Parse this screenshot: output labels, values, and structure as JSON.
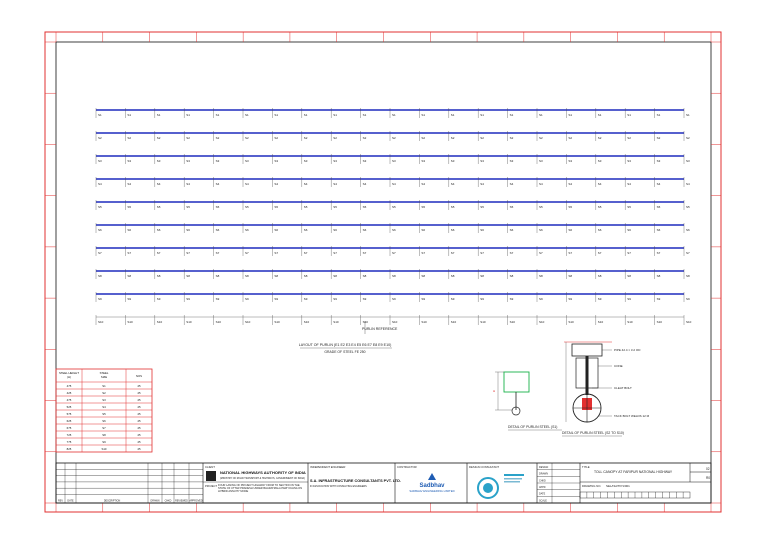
{
  "grid": {
    "rows": [
      1,
      2,
      3,
      4,
      5,
      6,
      7,
      8,
      9,
      10
    ],
    "cols": 21,
    "purlin_label": "PURLIN REFERENCE"
  },
  "layout_title": "LAYOUT OF PURLIN (E1 E2 E3 E4 E5 E6 E7 E8 E9 E10)",
  "layout_subtitle": "GRADE OF STEEL FE 250",
  "table": {
    "headers": [
      "STEEL HEIGHT (H)",
      "STEEL SIZE",
      "NOS"
    ],
    "rows": [
      [
        "475",
        "S1",
        "25"
      ],
      [
        "425",
        "S2",
        "25"
      ],
      [
        "475",
        "S3",
        "25"
      ],
      [
        "525",
        "S4",
        "25"
      ],
      [
        "575",
        "S5",
        "25"
      ],
      [
        "625",
        "S6",
        "25"
      ],
      [
        "675",
        "S7",
        "25"
      ],
      [
        "725",
        "S8",
        "25"
      ],
      [
        "775",
        "S9",
        "25"
      ],
      [
        "825",
        "S10",
        "25"
      ]
    ]
  },
  "details": {
    "detail1_caption": "DETAIL OF PURLIN STEEL (S1)",
    "detail2_caption": "DETAIL OF PURLIN STEEL (S2 TO S10)",
    "label_pipe": "PIPE 42.4 × 3.2 OD",
    "label_cone": "CONE",
    "label_bolt": "CLEAT BOLT",
    "label_tack": "TACK BOLT WELDS 12 M"
  },
  "title_block": {
    "client_label": "CLIENT",
    "client_name": "NATIONAL HIGHWAYS AUTHORITY OF INDIA",
    "client_sub": "(MINISTRY OF ROAD TRANSPORT & HIGHWAYS, GOVERNMENT OF INDIA)",
    "project_label": "PROJECT",
    "project_desc": "FOUR LANING OF PROJECT HIGHWAY FROM TO SECTION IN THE STATE OF UTTAR PRADESH UNDER BHARATMALA PARIYOJANA ON HYBRID ANNUITY MODE",
    "consultant_label": "INDEPENDENT ENGINEER",
    "consultant_name": "S.A. INFRASTRUCTURE CONSULTANTS PVT. LTD.",
    "consultant_sub": "IN ASSOCIATION WITH CONSULTING ENGINEERS",
    "contractor_label": "CONTRACTOR",
    "contractor_logo": "Sadbhav",
    "contractor_name": "SADBHAV ENGINEERING LIMITED",
    "concess_label": "DESIGN CONSULTANT",
    "revisions_headers": [
      "REV",
      "DATE",
      "DESCRIPTION",
      "DRAWN",
      "CHKD",
      "REVIEWED",
      "APPROVED"
    ],
    "title_label": "TITLE",
    "drawing_title": "TOLL CANOPY AT FARIPUR NATIONAL HIGHWAY",
    "drawing_no_label": "DRAWING NO.",
    "drawing_no": "SEL/NH/TP/1/001",
    "sheet_no": "02",
    "rev_no": "R0",
    "sign_rows": [
      "DESIGN",
      "DRAWN",
      "CHKD",
      "APPD",
      "DATE",
      "SCALE"
    ]
  }
}
